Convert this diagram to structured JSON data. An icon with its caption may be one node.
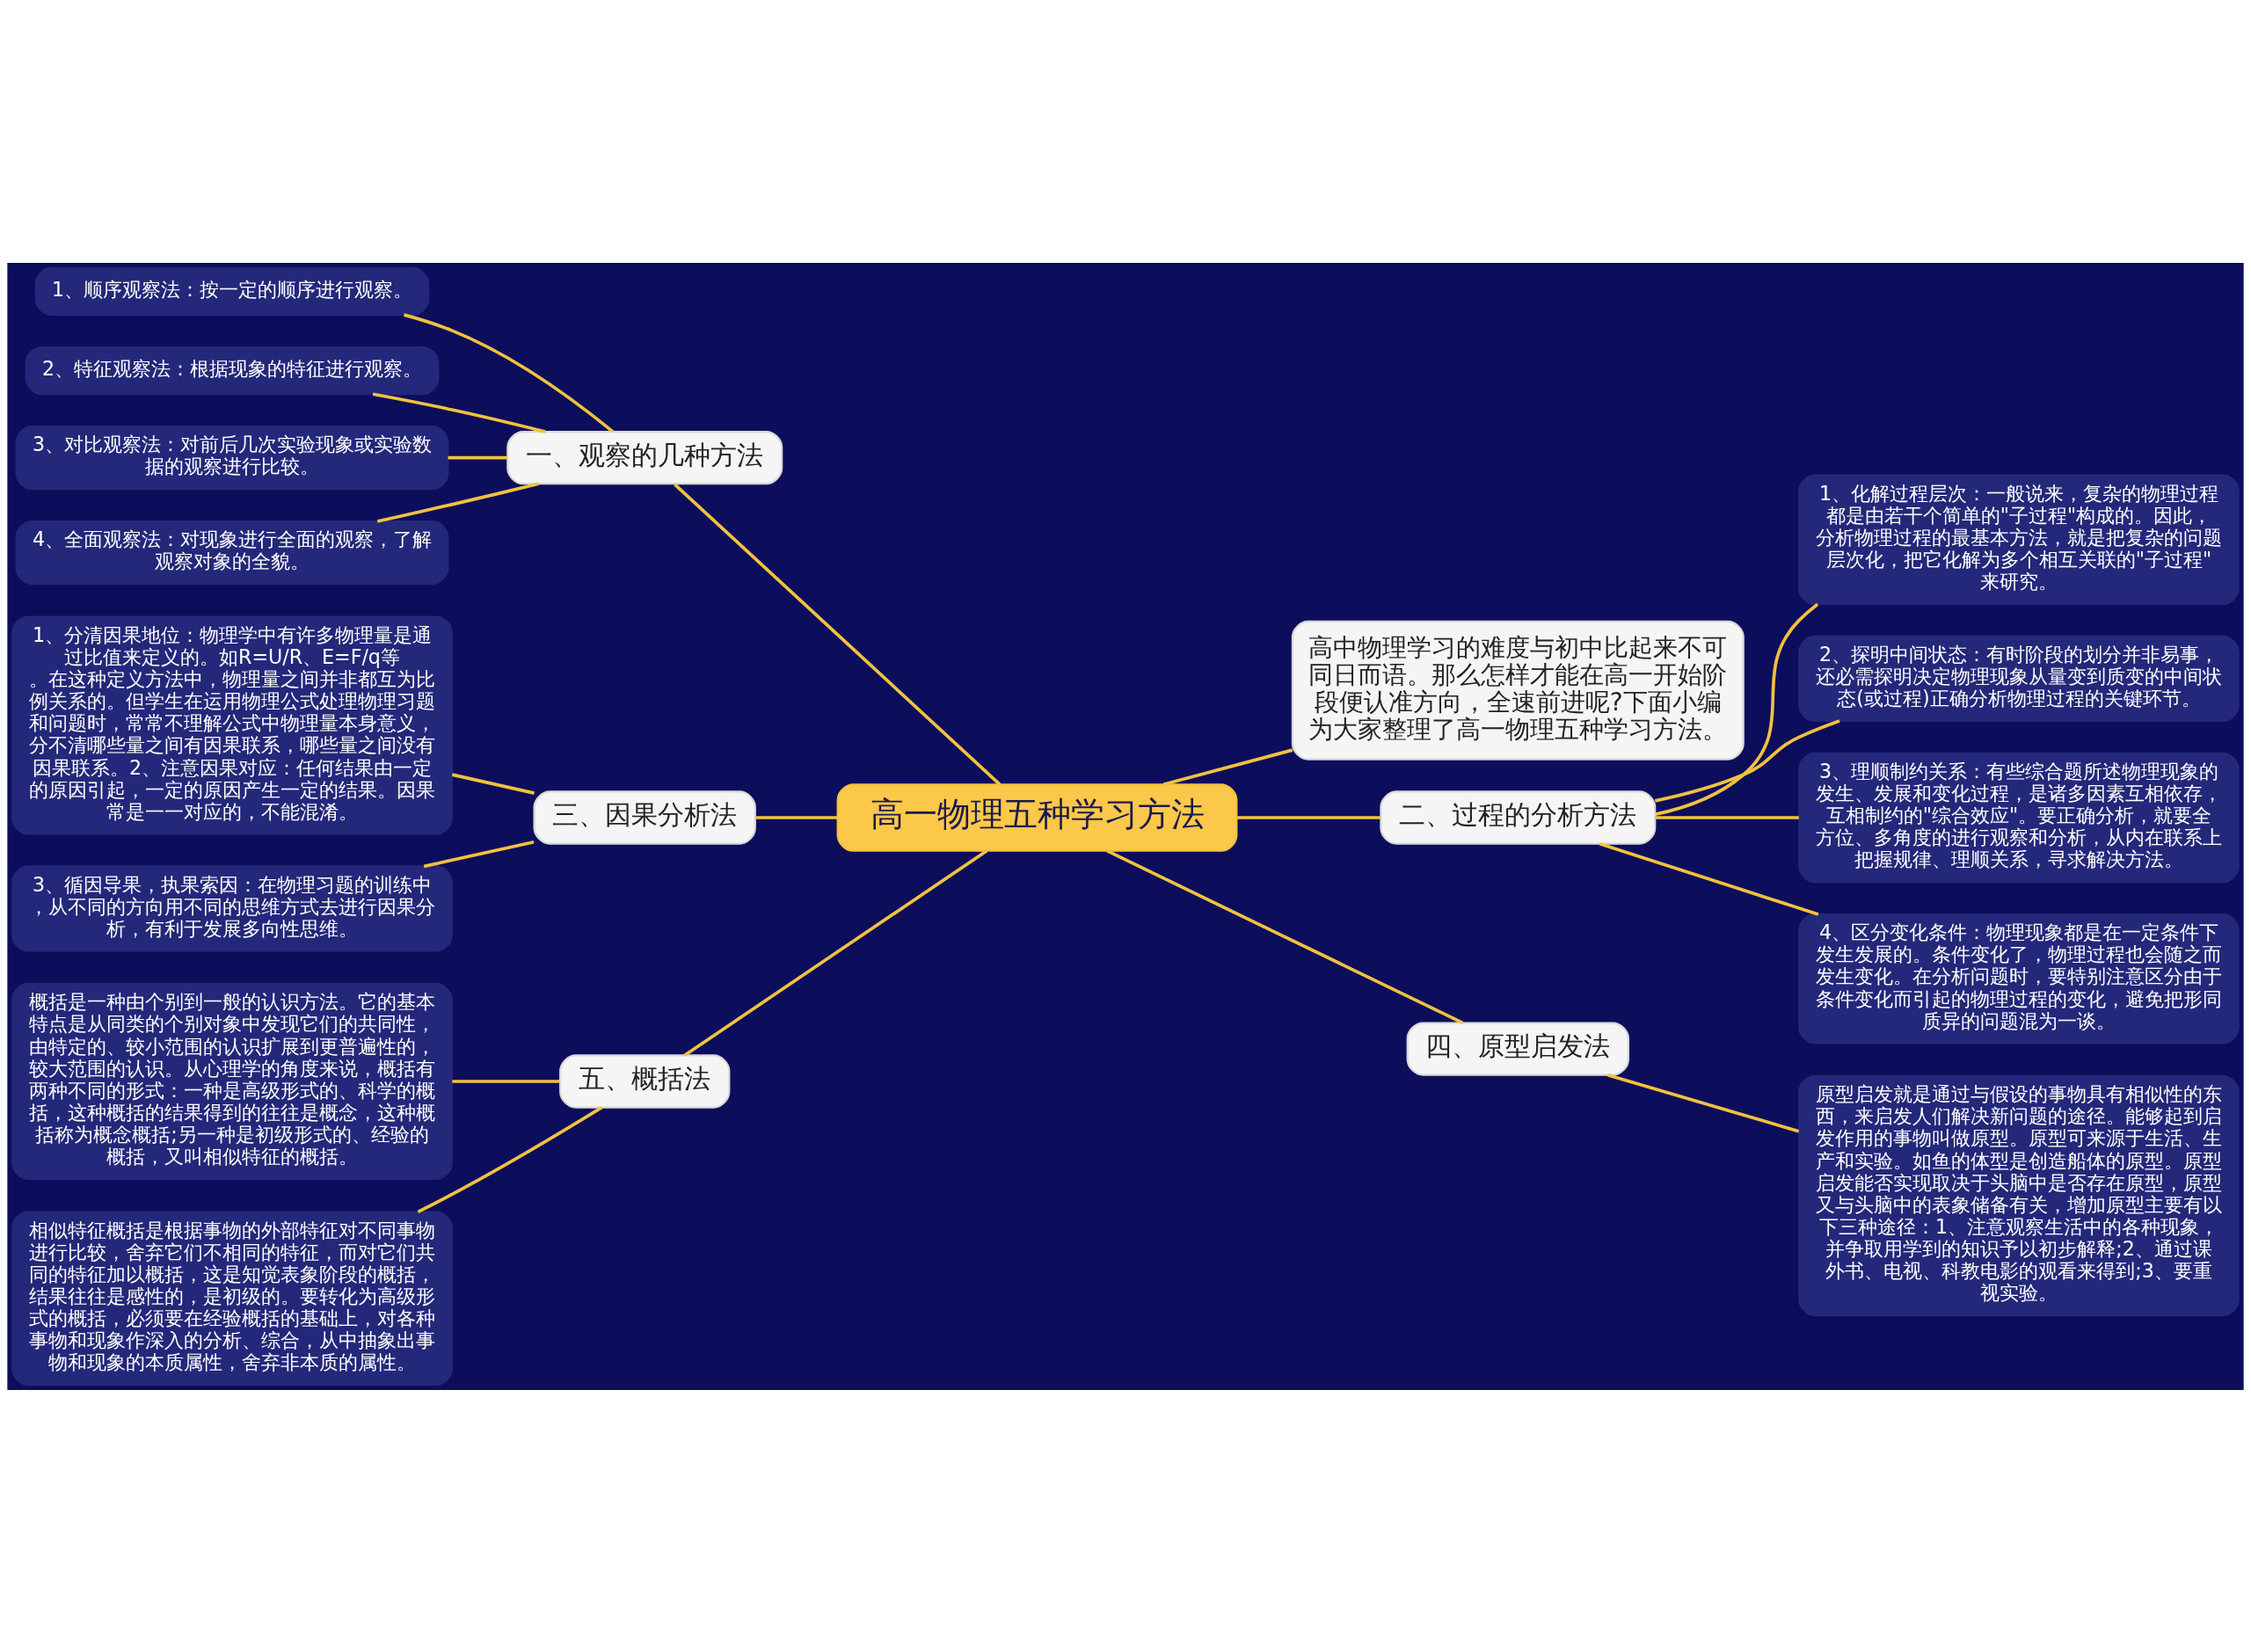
{
  "diagram": {
    "nodes": [
      {
        "text": [
          "高一物理五种学习方法"
        ]
      },
      {
        "text": [
          "高中物理学习的难度与初中比起来不可同日而语。那么怎样才能在高一开始阶段便认准方向，全速前进呢?下面小编为大家整理了高一物理五种学习方法。"
        ]
      },
      {
        "text": [
          "一、观察的几种方法"
        ]
      },
      {
        "text": [
          "1、顺序观察法：按一定的顺序进行观察。"
        ]
      },
      {
        "text": [
          "2、特征观察法：根据现象的特征进行观察。"
        ]
      },
      {
        "text": [
          "3、对比观察法：对前后几次实验现象或实验数据的观察进行比较。"
        ]
      },
      {
        "text": [
          "4、全面观察法：对现象进行全面的观察，了解观察对象的全貌。"
        ]
      },
      {
        "text": [
          "二、过程的分析方法"
        ]
      },
      {
        "text": [
          "1、化解过程层次：一般说来，复杂的物理过程都是由若干个简单的\"子过程\"构成的。因此，分析物理过程的最基本方法，就是把复杂的问题层次化，把它化解为多个相互关联的\"子过程\"来研究。"
        ]
      },
      {
        "text": [
          "2、探明中间状态：有时阶段的划分并非易事，还必需探明决定物理现象从量变到质变的中间状态(或过程)正确分析物理过程的关键环节。"
        ]
      },
      {
        "text": [
          "3、理顺制约关系：有些综合题所述物理现象的发生、发展和变化过程，是诸多因素互相依存，互相制约的\"综合效应\"。要正确分析，就要全方位、多角度的进行观察和分析，从内在联系上把握规律、理顺关系，寻求解决方法。"
        ]
      },
      {
        "text": [
          "4、区分变化条件：物理现象都是在一定条件下发生发展的。条件变化了，物理过程也会随之而发生变化。在分析问题时，要特别注意区分由于条件变化而引起的物理过程的变化，避免把形同质异的问题混为一谈。"
        ]
      },
      {
        "text": [
          "三、因果分析法"
        ]
      },
      {
        "text": [
          "1、分清因果地位：物理学中有许多物理量是通过比值来定义的。如R=U/R、E=F/q等。在这种定义方法中，物理量之间并非都互为比例关系的。但学生在运用物理公式处理物理习题和问题时，常常不理解公式中物理量本身意义，分不清哪些量之间有因果联系，哪些量之间没有因果联系。2、注意因果对应：任何结果由一定的原因引起，一定的原因产生一定的结果。因果常是一一对应的，不能混淆。"
        ]
      },
      {
        "text": [
          "3、循因导果，执果索因：在物理习题的训练中，从不同的方向用不同的思维方式去进行因果分析，有利于发展多向性思维。"
        ]
      },
      {
        "text": [
          "四、原型启发法"
        ]
      },
      {
        "text": [
          "原型启发就是通过与假设的事物具有相似性的东西，来启发人们解决新问题的途径。能够起到启发作用的事物叫做原型。原型可来源于生活、生产和实验。如鱼的体型是创造船体的原型。原型启发能否实现取决于头脑中是否存在原型，原型又与头脑中的表象储备有关，增加原型主要有以下三种途径：1、注意观察生活中的各种现象，并争取用学到的知识予以初步解释;2、通过课外书、电视、科教电影的观看来得到;3、要重视实验。"
        ]
      },
      {
        "text": [
          "五、概括法"
        ]
      },
      {
        "text": [
          "概括是一种由个别到一般的认识方法。它的基本特点是从同类的个别对象中发现它们的共同性，由特定的、较小范围的认识扩展到更普遍性的，较大范围的认识。从心理学的角度来说，概括有两种不同的形式：一种是高级形式的、科学的概括，这种概括的结果得到的往往是概念，这种概括称为概念概括;另一种是初级形式的、经验的概括，又叫相似特征的概括。"
        ]
      },
      {
        "text": [
          "相似特征概括是根据事物的外部特征对不同事物进行比较，舍弃它们不相同的特征，而对它们共同的特征加以概括，这是知觉表象阶段的概括，结果往往是感性的，是初级的。要转化为高级形式的概括，必须要在经验概括的基础上，对各种事物和现象作深入的分析、综合，从中抽象出事物和现象的本质属性，舍弃非本质的属性。"
        ]
      }
    ],
    "edges": [
      {
        "from": 0,
        "to": 1,
        "arrow": "none"
      },
      {
        "from": 0,
        "to": 2,
        "arrow": "none"
      },
      {
        "from": 2,
        "to": 3,
        "arrow": "none"
      },
      {
        "from": 2,
        "to": 4,
        "arrow": "none"
      },
      {
        "from": 2,
        "to": 5,
        "arrow": "none"
      },
      {
        "from": 2,
        "to": 6,
        "arrow": "none"
      },
      {
        "from": 0,
        "to": 7,
        "arrow": "none"
      },
      {
        "from": 7,
        "to": 8,
        "arrow": "none"
      },
      {
        "from": 7,
        "to": 9,
        "arrow": "none"
      },
      {
        "from": 7,
        "to": 10,
        "arrow": "none"
      },
      {
        "from": 7,
        "to": 11,
        "arrow": "none"
      },
      {
        "from": 0,
        "to": 12,
        "arrow": "none"
      },
      {
        "from": 12,
        "to": 13,
        "arrow": "none"
      },
      {
        "from": 12,
        "to": 14,
        "arrow": "none"
      },
      {
        "from": 0,
        "to": 15,
        "arrow": "none"
      },
      {
        "from": 15,
        "to": 16,
        "arrow": "none"
      },
      {
        "from": 0,
        "to": 17,
        "arrow": "none"
      },
      {
        "from": 17,
        "to": 18,
        "arrow": "none"
      },
      {
        "from": 17,
        "to": 19,
        "arrow": "none"
      }
    ]
  }
}
